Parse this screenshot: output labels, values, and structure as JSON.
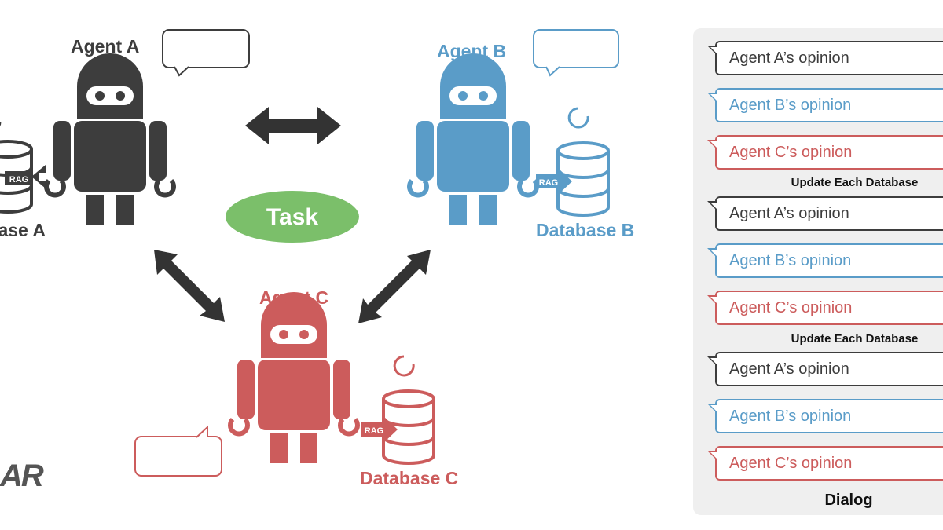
{
  "agents": {
    "a": {
      "label": "Agent A",
      "database_label": "Database A",
      "rag_label": "RAG",
      "color": "#3d3d3d"
    },
    "b": {
      "label": "Agent B",
      "database_label": "Database B",
      "rag_label": "RAG",
      "color": "#5a9cc8"
    },
    "c": {
      "label": "Agent C",
      "database_label": "Database C",
      "rag_label": "RAG",
      "color": "#cc5c5c"
    }
  },
  "task": {
    "label": "Task",
    "color": "#7bbf6a"
  },
  "dialog": {
    "title": "Dialog",
    "rounds": [
      {
        "messages": [
          "Agent A’s opinion",
          "Agent B’s opinion",
          "Agent C’s opinion"
        ],
        "separator": "Update Each Database"
      },
      {
        "messages": [
          "Agent A’s opinion",
          "Agent B’s opinion",
          "Agent C’s opinion"
        ],
        "separator": "Update Each Database"
      },
      {
        "messages": [
          "Agent A’s opinion",
          "Agent B’s opinion",
          "Agent C’s opinion"
        ],
        "separator": ""
      }
    ]
  },
  "logo": {
    "text": "AR"
  }
}
